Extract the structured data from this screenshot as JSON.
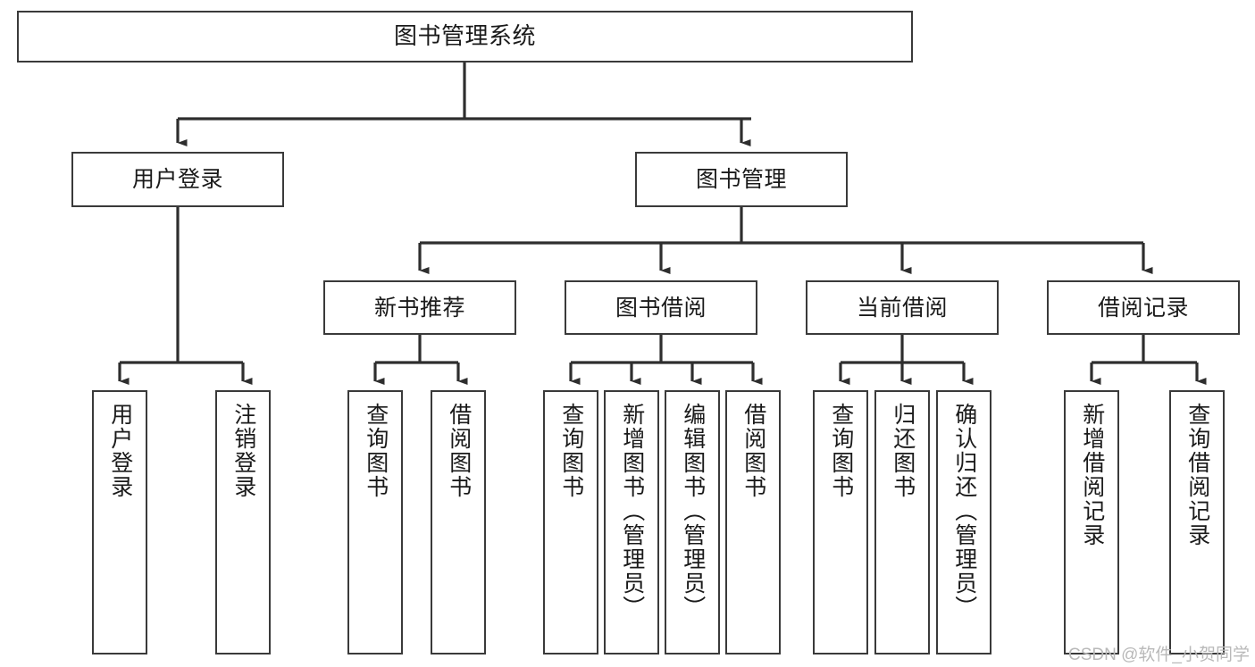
{
  "diagram": {
    "title": "图书管理系统",
    "type": "tree-hierarchy",
    "watermark": "CSDN @软件_小贺同学",
    "colors": {
      "box_border": "#3a3a3a",
      "box_fill": "#ffffff",
      "edge": "#2e2e2e",
      "text": "#1a1a1a",
      "watermark": "#b9b9b9"
    },
    "root": {
      "id": "root",
      "label": "图书管理系统"
    },
    "level2": [
      {
        "id": "user-login",
        "label": "用户登录"
      },
      {
        "id": "book-manage",
        "label": "图书管理"
      }
    ],
    "level3": [
      {
        "id": "new-book-rec",
        "label": "新书推荐",
        "parent": "book-manage"
      },
      {
        "id": "book-borrow",
        "label": "图书借阅",
        "parent": "book-manage"
      },
      {
        "id": "current-borrow",
        "label": "当前借阅",
        "parent": "book-manage"
      },
      {
        "id": "borrow-record",
        "label": "借阅记录",
        "parent": "book-manage"
      }
    ],
    "leaves": [
      {
        "id": "leaf-user-login",
        "label": "用户登录",
        "parent": "user-login"
      },
      {
        "id": "leaf-logout",
        "label": "注销登录",
        "parent": "user-login"
      },
      {
        "id": "leaf-query-book-rec",
        "label": "查询图书",
        "parent": "new-book-rec"
      },
      {
        "id": "leaf-borrow-book-rec",
        "label": "借阅图书",
        "parent": "new-book-rec"
      },
      {
        "id": "leaf-query-book-borrow",
        "label": "查询图书",
        "parent": "book-borrow"
      },
      {
        "id": "leaf-add-book",
        "label": "新增图书（管理员）",
        "parent": "book-borrow"
      },
      {
        "id": "leaf-edit-book",
        "label": "编辑图书（管理员）",
        "parent": "book-borrow"
      },
      {
        "id": "leaf-borrow-book",
        "label": "借阅图书",
        "parent": "book-borrow"
      },
      {
        "id": "leaf-query-book-cur",
        "label": "查询图书",
        "parent": "current-borrow"
      },
      {
        "id": "leaf-return-book",
        "label": "归还图书",
        "parent": "current-borrow"
      },
      {
        "id": "leaf-confirm-return",
        "label": "确认归还（管理员）",
        "parent": "current-borrow"
      },
      {
        "id": "leaf-add-record",
        "label": "新增借阅记录",
        "parent": "borrow-record"
      },
      {
        "id": "leaf-query-record",
        "label": "查询借阅记录",
        "parent": "borrow-record"
      }
    ]
  }
}
